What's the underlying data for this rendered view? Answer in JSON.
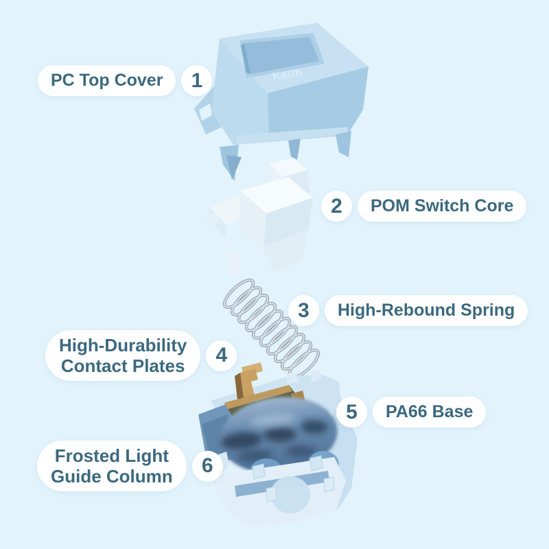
{
  "palette": {
    "background": "#e2f3fc",
    "label_background": "#ffffff",
    "label_text": "#3b697f",
    "cover_plastic_blue": "#bcdaee",
    "core_plastic_white": "#eef6fb",
    "spring_metal": "#a3afb9",
    "contact_gold": "#c49a5e",
    "contact_plate_olive": "#63654d",
    "base_plastic_blue": "#d9ebf6",
    "dome_steel_blue": "#5c7fa4"
  },
  "labels": [
    {
      "number": "1",
      "lines": [
        "PC Top Cover"
      ]
    },
    {
      "number": "2",
      "lines": [
        "POM Switch Core"
      ]
    },
    {
      "number": "3",
      "lines": [
        "High-Rebound Spring"
      ]
    },
    {
      "number": "4",
      "lines": [
        "High-Durability",
        "Contact Plates"
      ]
    },
    {
      "number": "5",
      "lines": [
        "PA66 Base"
      ]
    },
    {
      "number": "6",
      "lines": [
        "Frosted Light",
        "Guide Column"
      ]
    }
  ],
  "parts": {
    "top_cover_brand_text": "Kailh"
  }
}
